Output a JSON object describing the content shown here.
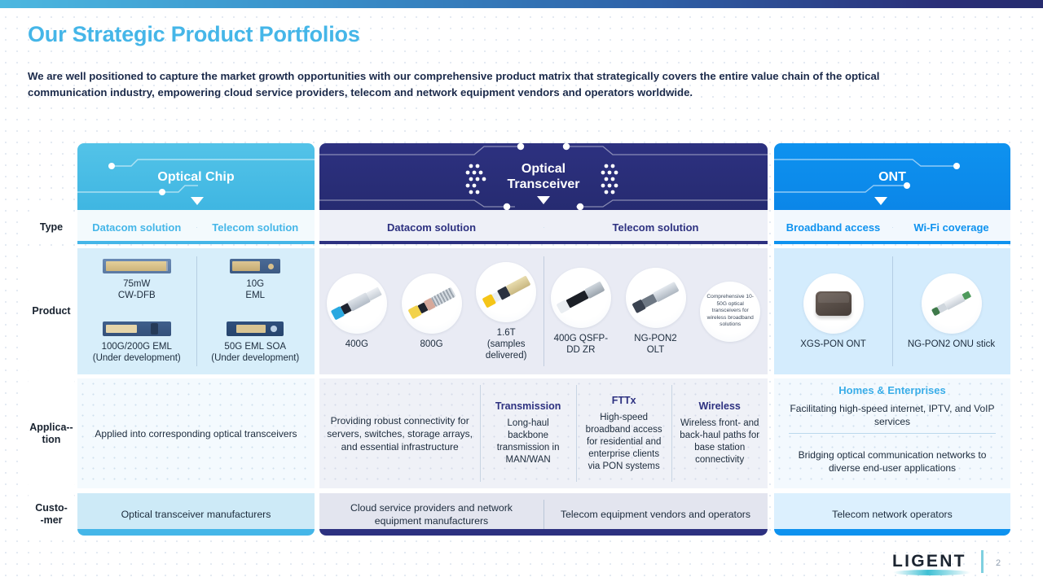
{
  "page": {
    "title": "Our Strategic Product Portfolios",
    "subtitle": "We are well positioned to capture the market growth opportunities with our comprehensive product matrix that strategically covers the entire value chain of the optical communication industry, empowering cloud service providers, telecom and network equipment vendors and operators worldwide.",
    "page_number": "2",
    "logo_text": "LIGENT",
    "accent_light_blue": "#45b6e8",
    "accent_navy": "#2d3180",
    "accent_blue": "#0e92ef"
  },
  "row_labels": {
    "type": "Type",
    "product": "Product",
    "application_line1": "Applica--",
    "application_line2": "tion",
    "customer_line1": "Custo-",
    "customer_line2": "-mer"
  },
  "columns": {
    "chip": {
      "header": "Optical Chip",
      "types": [
        "Datacom solution",
        "Telecom solution"
      ],
      "products": [
        [
          {
            "label_line1": "75mW",
            "label_line2": "CW-DFB",
            "image": "optical-chip-die"
          },
          {
            "label_line1": "100G/200G EML",
            "label_line2": "(Under development)",
            "image": "optical-chip-die"
          }
        ],
        [
          {
            "label_line1": "10G",
            "label_line2": "EML",
            "image": "optical-chip-die"
          },
          {
            "label_line1": "50G EML SOA",
            "label_line2": "(Under development)",
            "image": "optical-chip-die"
          }
        ]
      ],
      "application": "Applied into corresponding optical transceivers",
      "customer": "Optical transceiver manufacturers"
    },
    "transceiver": {
      "header_line1": "Optical",
      "header_line2": "Transceiver",
      "types": [
        "Datacom solution",
        "Telecom solution"
      ],
      "datacom_products": [
        {
          "label_line1": "400G",
          "label_line2": "",
          "image": "qsfp-module-blue"
        },
        {
          "label_line1": "800G",
          "label_line2": "",
          "image": "osfp-module-yellow"
        },
        {
          "label_line1": "1.6T",
          "label_line2": "(samples delivered)",
          "image": "osfp-module-gold"
        }
      ],
      "telecom_products": [
        {
          "label_line1": "400G QSFP-",
          "label_line2": "DD ZR",
          "image": "qsfp-dd-module-black"
        },
        {
          "label_line1": "NG-PON2",
          "label_line2": "OLT",
          "image": "xfp-module-silver"
        },
        {
          "text": "Comprehensive 10-50G optical transceivers for wireless broadband solutions"
        }
      ],
      "datacom_application": "Providing robust connectivity for servers, switches, storage arrays, and essential infrastructure",
      "telecom_applications": [
        {
          "head": "Transmission",
          "text": "Long-haul backbone transmission in MAN/WAN"
        },
        {
          "head": "FTTx",
          "text": "High-speed broadband access for residential and enterprise clients via PON systems"
        },
        {
          "head": "Wireless",
          "text": "Wireless front- and back-haul paths for base station connectivity"
        }
      ],
      "datacom_customer": "Cloud service providers and network equipment manufacturers",
      "telecom_customer": "Telecom equipment vendors and operators"
    },
    "ont": {
      "header": "ONT",
      "types": [
        "Broadband access",
        "Wi-Fi coverage"
      ],
      "products": [
        {
          "label_line1": "XGS-PON ONT",
          "image": "ont-box"
        },
        {
          "label_line1": "NG-PON2 ONU stick",
          "image": "onu-stick"
        }
      ],
      "application_head": "Homes & Enterprises",
      "application_text_1": "Facilitating high-speed internet, IPTV, and VoIP services",
      "application_text_2": "Bridging optical communication networks to diverse end-user applications",
      "customer": "Telecom network operators"
    }
  }
}
